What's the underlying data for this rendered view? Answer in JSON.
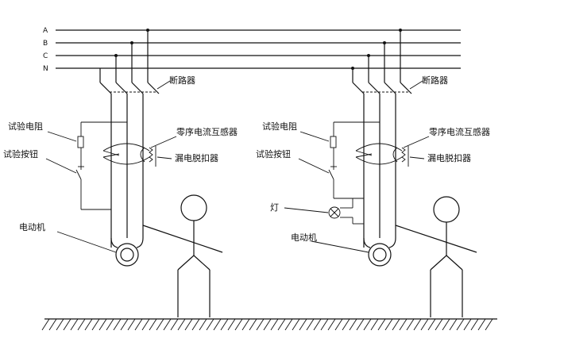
{
  "bus_labels": [
    "A",
    "B",
    "C",
    "N"
  ],
  "left_circuit": {
    "breaker": "断路器",
    "test_resistor": "试验电阻",
    "ct": "零序电流互感器",
    "test_button": "试验按钮",
    "trip": "漏电脱扣器",
    "motor": "电动机"
  },
  "right_circuit": {
    "breaker": "断路器",
    "test_resistor": "试验电阻",
    "ct": "零序电流互感器",
    "test_button": "试验按钮",
    "trip": "漏电脱扣器",
    "lamp": "灯",
    "motor": "电动机"
  }
}
